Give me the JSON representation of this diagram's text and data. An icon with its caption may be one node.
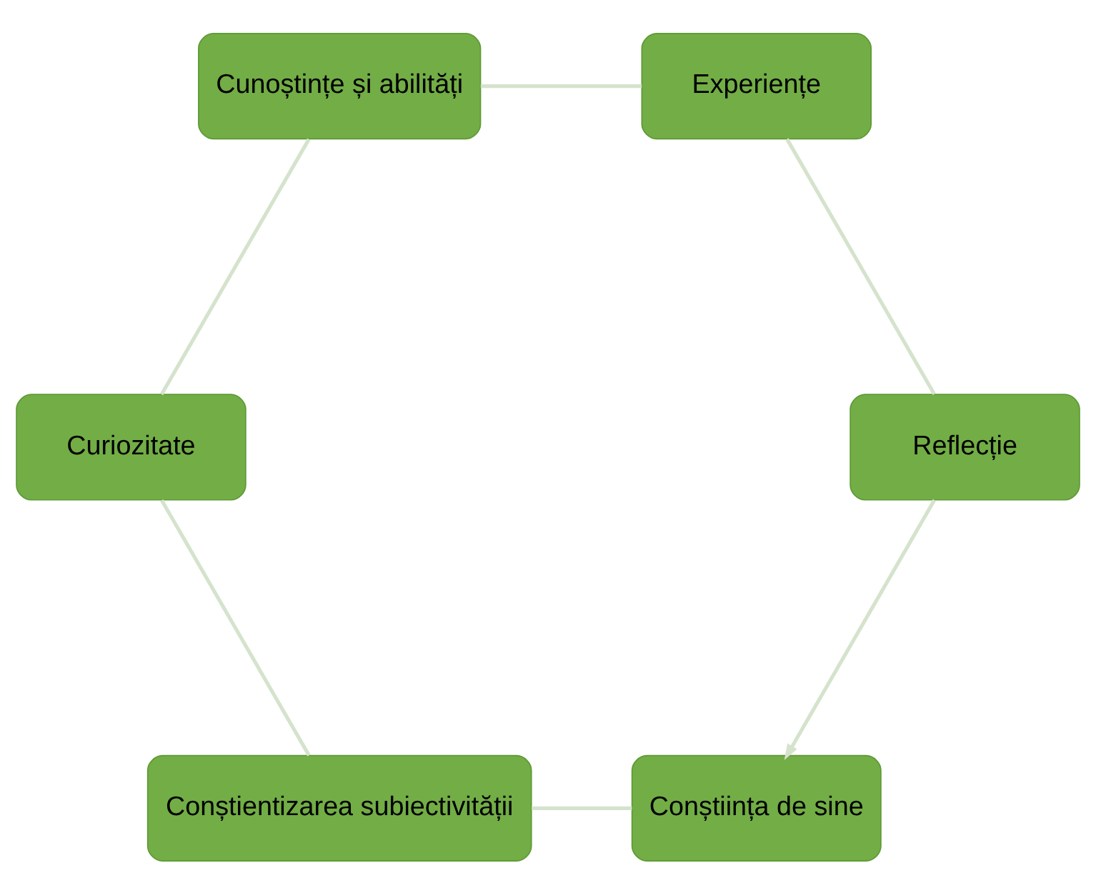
{
  "diagram": {
    "nodes": [
      {
        "text": [
          "Conștiința de sine"
        ]
      },
      {
        "text": [
          "Conștientizarea subiectivității"
        ]
      },
      {
        "text": [
          "Curiozitate"
        ]
      },
      {
        "text": [
          "Cunoștințe și abilități"
        ]
      },
      {
        "text": [
          "Experiențe"
        ]
      },
      {
        "text": [
          "Reflecție"
        ]
      }
    ],
    "edges": [
      {
        "from": 0,
        "to": 1,
        "arrow": "none"
      },
      {
        "from": 1,
        "to": 2,
        "arrow": "none"
      },
      {
        "from": 2,
        "to": 3,
        "arrow": "none"
      },
      {
        "from": 3,
        "to": 4,
        "arrow": "none"
      },
      {
        "from": 4,
        "to": 5,
        "arrow": "none"
      },
      {
        "from": 5,
        "to": 0,
        "arrow": "to"
      }
    ]
  }
}
